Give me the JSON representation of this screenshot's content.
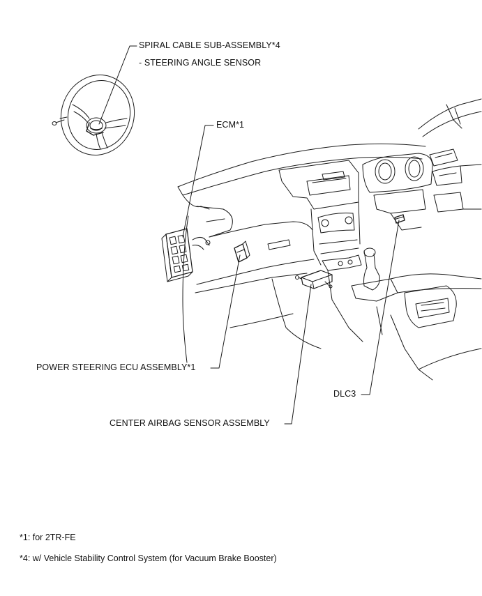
{
  "labels": {
    "spiral_cable": "SPIRAL CABLE SUB-ASSEMBLY*4",
    "steering_angle_sensor": "- STEERING ANGLE SENSOR",
    "ecm": "ECM*1",
    "power_steering_ecu": "POWER STEERING ECU ASSEMBLY*1",
    "dlc3": "DLC3",
    "center_airbag_sensor": "CENTER AIRBAG SENSOR ASSEMBLY"
  },
  "footnotes": {
    "note_1": "*1: for 2TR-FE",
    "note_4": "*4: w/ Vehicle Stability Control System (for Vacuum Brake Booster)"
  }
}
